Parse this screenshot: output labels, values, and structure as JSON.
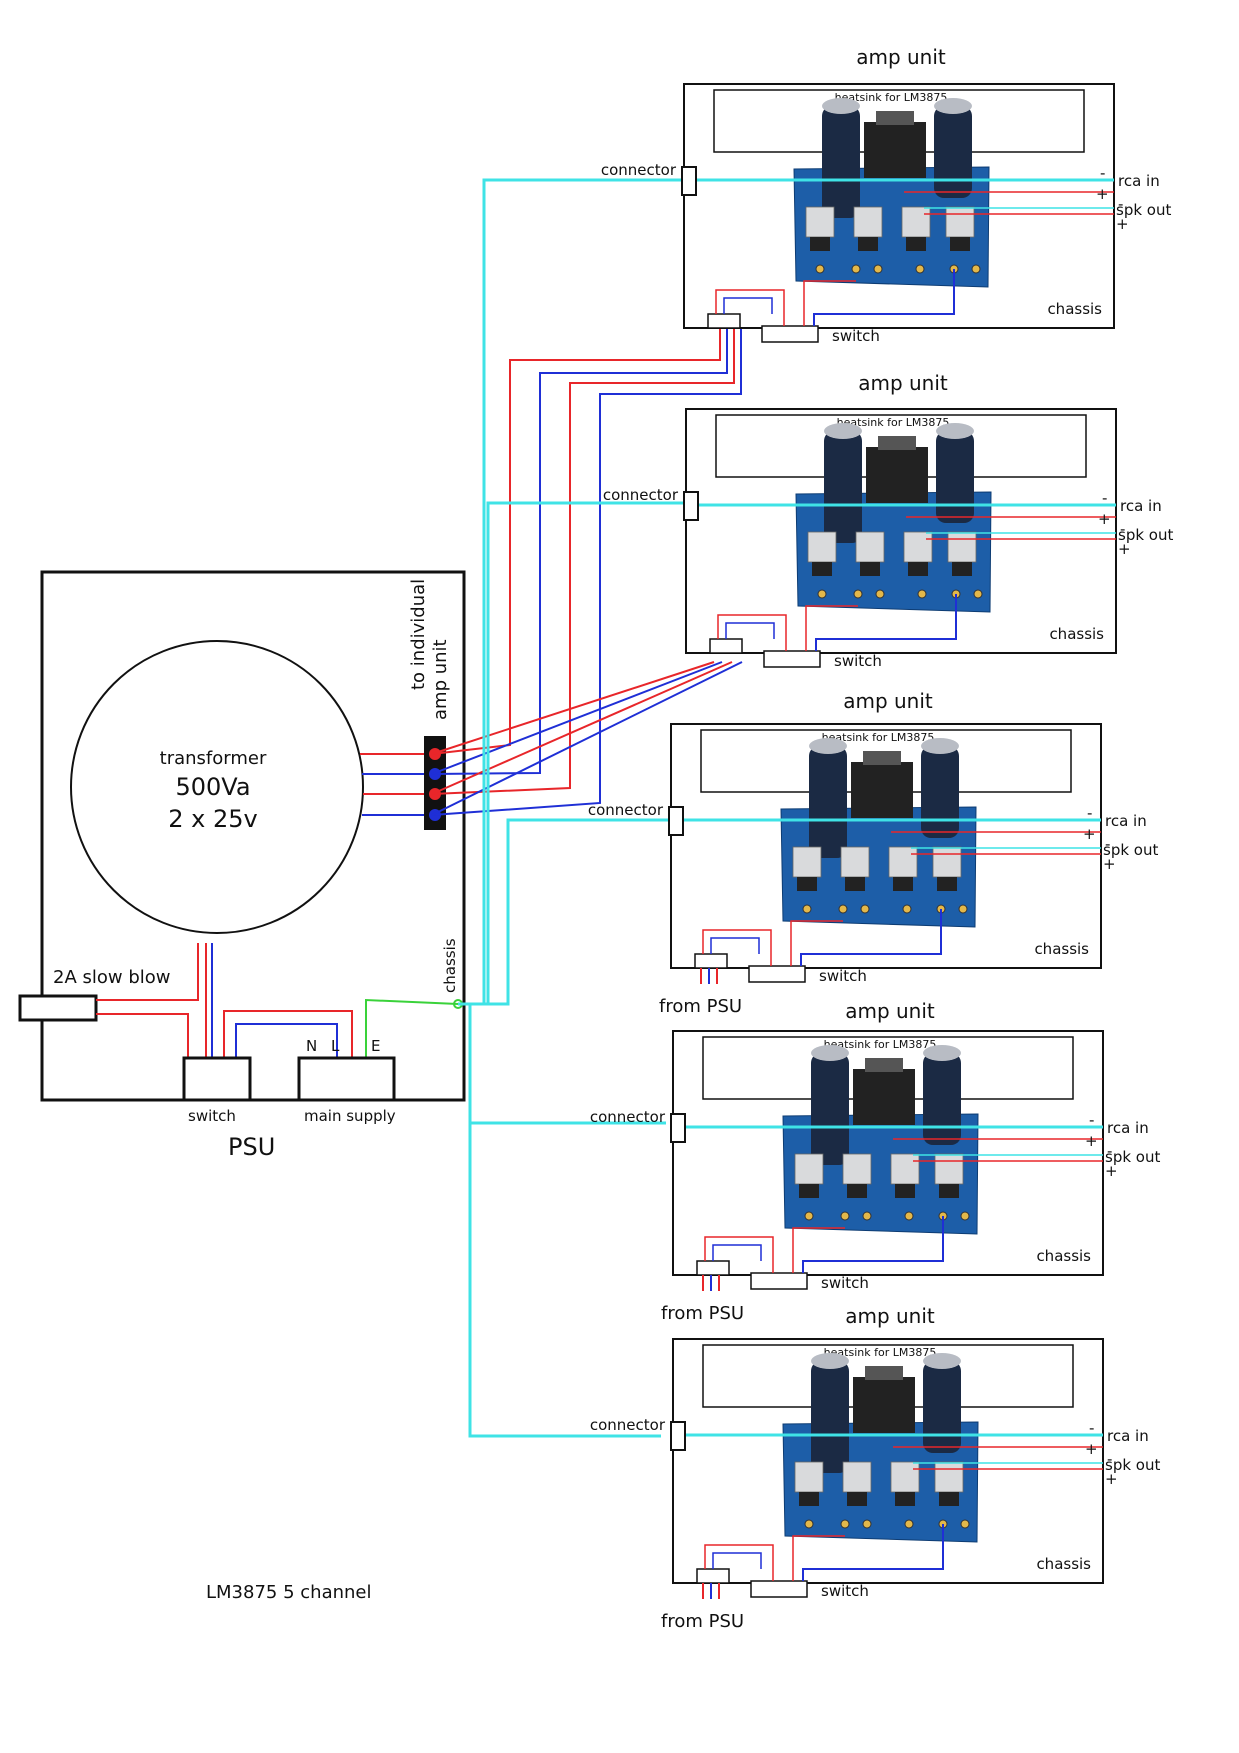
{
  "psu": {
    "title": "PSU",
    "transformer_name": "transformer",
    "transformer_rating": "500Va",
    "transformer_voltage": "2 x 25v",
    "fuse_label": "2A slow blow",
    "switch_label": "switch",
    "main_supply_label": "main supply",
    "terminal_n": "N",
    "terminal_l": "L",
    "terminal_e": "E",
    "chassis_label": "chassis",
    "output_label_line1": "to individual",
    "output_label_line2": "amp unit"
  },
  "footer_title": "LM3875 5 channel",
  "amp_units": [
    {
      "title": "amp unit",
      "heatsink_label": "heatsink for LM3875",
      "connector_label": "connector",
      "chassis_label": "chassis",
      "switch_label": "switch",
      "rca_label": "rca in",
      "spk_label": "spk out",
      "minus": "-",
      "plus": "+",
      "from_label": ""
    },
    {
      "title": "amp unit",
      "heatsink_label": "heatsink for LM3875",
      "connector_label": "connector",
      "chassis_label": "chassis",
      "switch_label": "switch",
      "rca_label": "rca in",
      "spk_label": "spk out",
      "minus": "-",
      "plus": "+",
      "from_label": ""
    },
    {
      "title": "amp unit",
      "heatsink_label": "heatsink for LM3875",
      "connector_label": "connector",
      "chassis_label": "chassis",
      "switch_label": "switch",
      "rca_label": "rca in",
      "spk_label": "spk out",
      "minus": "-",
      "plus": "+",
      "from_label": "from PSU"
    },
    {
      "title": "amp unit",
      "heatsink_label": "heatsink for LM3875",
      "connector_label": "connector",
      "chassis_label": "chassis",
      "switch_label": "switch",
      "rca_label": "rca in",
      "spk_label": "spk out",
      "minus": "-",
      "plus": "+",
      "from_label": "from PSU"
    },
    {
      "title": "amp unit",
      "heatsink_label": "heatsink for LM3875",
      "connector_label": "connector",
      "chassis_label": "chassis",
      "switch_label": "switch",
      "rca_label": "rca in",
      "spk_label": "spk out",
      "minus": "-",
      "plus": "+",
      "from_label": "from PSU"
    }
  ],
  "colors": {
    "positive_wire": "#e8262a",
    "negative_wire": "#1f2fd6",
    "ground_wire": "#3fe3e6",
    "earth_wire": "#3ad23a",
    "pcb": "#1d5ea8",
    "outline": "#111111"
  }
}
